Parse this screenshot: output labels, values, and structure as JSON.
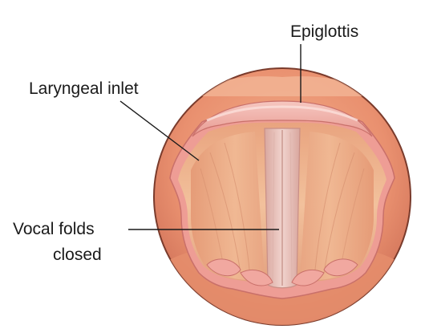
{
  "labels": {
    "epiglottis": "Epiglottis",
    "laryngeal_inlet": "Laryngeal inlet",
    "vocal_folds_line1": "Vocal folds",
    "vocal_folds_line2": "closed"
  },
  "colors": {
    "outer_tissue": "#e9906f",
    "outer_rim": "#c9664e",
    "pink_fold": "#f0a8a0",
    "pink_highlight": "#f8d2cc",
    "interior": "#efb792",
    "interior_shadow": "#d98a6c",
    "vocal_fold": "#e9c4bd",
    "vocal_fold_edge": "#c98f86",
    "leader_line": "#1a1a1a"
  }
}
